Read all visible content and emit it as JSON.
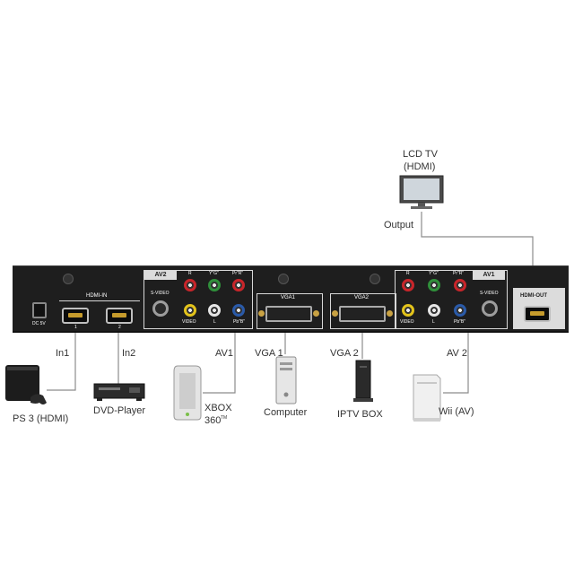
{
  "tv": {
    "name": "LCD TV",
    "sub": "(HDMI)",
    "output_label": "Output"
  },
  "panel": {
    "hdmi_in_title": "HDMI-IN",
    "hdmi_in_1": "1",
    "hdmi_in_2": "2",
    "dc_label": "DC 5V",
    "av2_title": "AV2",
    "av1_title": "AV1",
    "svideo_label": "S-VIDEO",
    "video_label": "VIDEO",
    "r_label": "R",
    "l_label": "L",
    "yg_label": "Y\"G\"",
    "prr_label": "Pr\"R\"",
    "pbb_label": "Pb\"B\"",
    "vga1_title": "VGA1",
    "vga2_title": "VGA2",
    "hdmi_out_title": "HDMI-OUT"
  },
  "connections": [
    {
      "port": "In1",
      "device": "PS 3 (HDMI)"
    },
    {
      "port": "In2",
      "device": "DVD-Player"
    },
    {
      "port": "AV1",
      "device": "XBOX",
      "device_line2": "360",
      "trademark": "TM"
    },
    {
      "port": "VGA 1",
      "device": "Computer"
    },
    {
      "port": "VGA 2",
      "device": "IPTV BOX"
    },
    {
      "port": "AV 2",
      "device": "Wii (AV)"
    }
  ],
  "colors": {
    "panel": "#1e1e1e",
    "line": "#8c8c8c",
    "red": "#c8252a",
    "green": "#2f8f3a",
    "blue": "#2a5aa8",
    "yellow": "#e3c31b"
  }
}
